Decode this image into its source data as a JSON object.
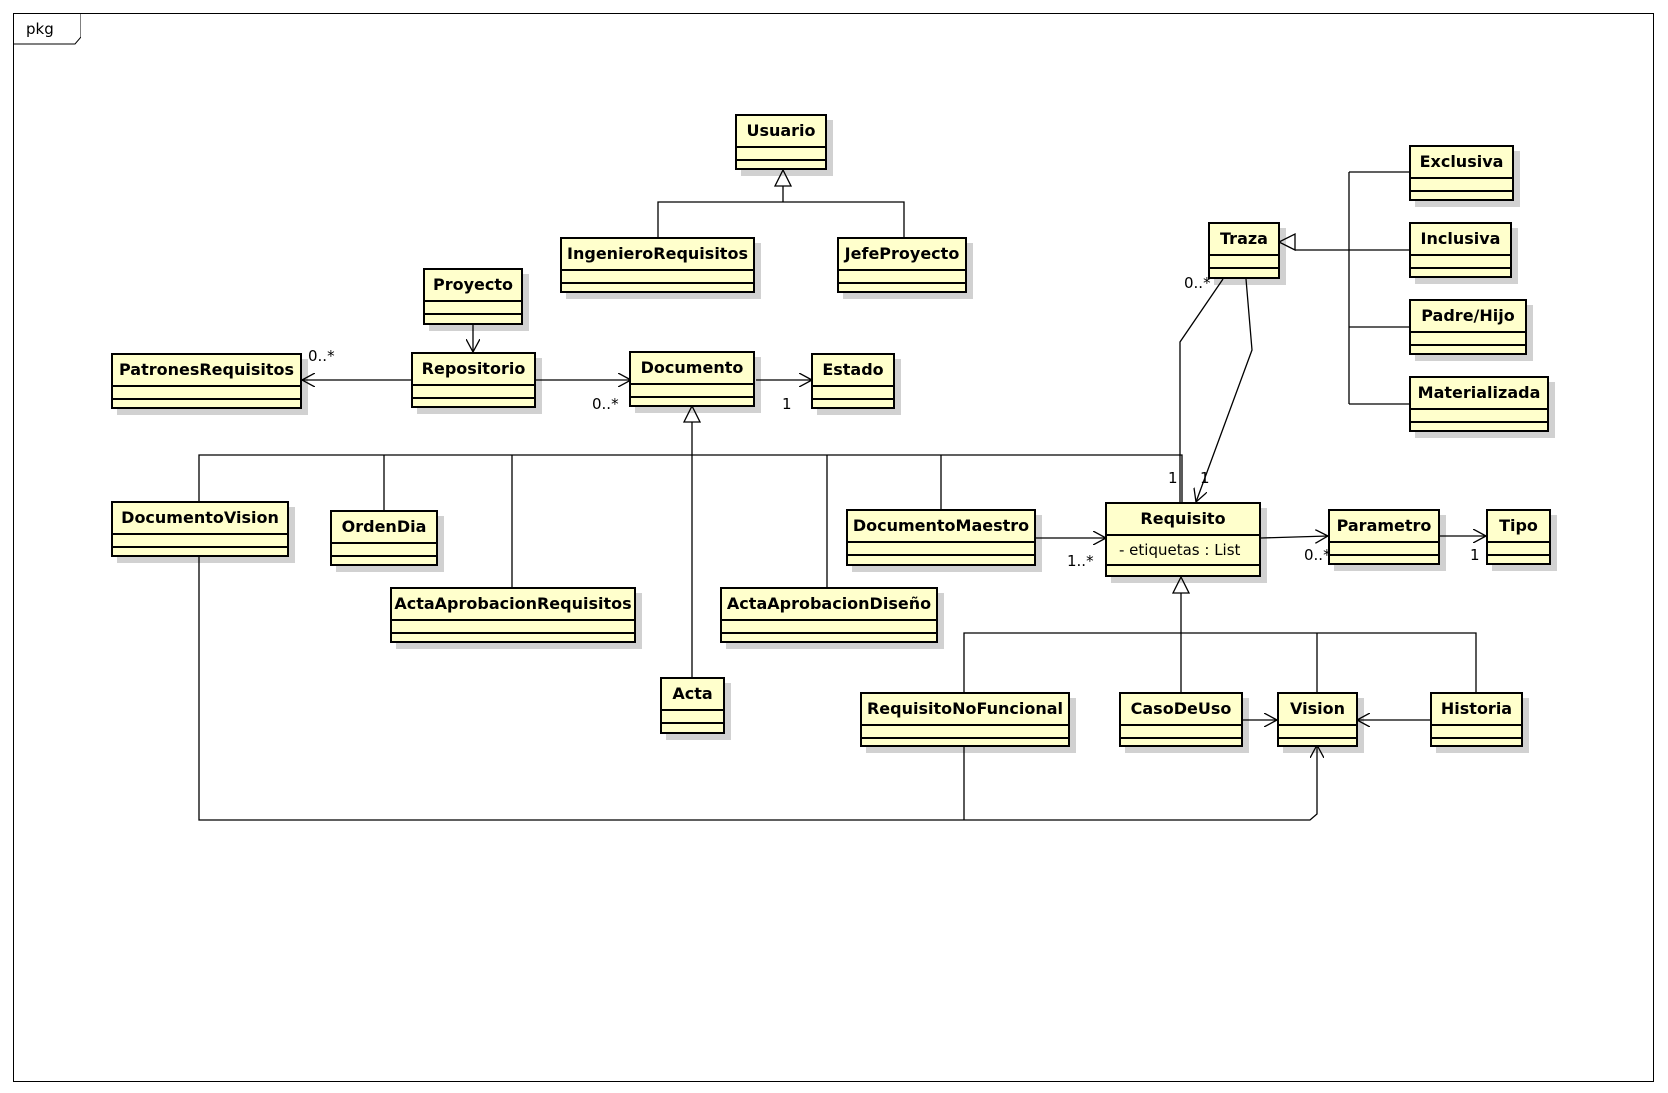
{
  "package": {
    "label": "pkg"
  },
  "classes": {
    "usuario": {
      "name": "Usuario"
    },
    "ingeniero_requisitos": {
      "name": "IngenieroRequisitos"
    },
    "jefe_proyecto": {
      "name": "JefeProyecto"
    },
    "proyecto": {
      "name": "Proyecto"
    },
    "patrones_requisitos": {
      "name": "PatronesRequisitos"
    },
    "repositorio": {
      "name": "Repositorio"
    },
    "documento": {
      "name": "Documento"
    },
    "estado": {
      "name": "Estado"
    },
    "documento_vision": {
      "name": "DocumentoVision"
    },
    "orden_dia": {
      "name": "OrdenDia"
    },
    "acta_aprobacion_requisitos": {
      "name": "ActaAprobacionRequisitos"
    },
    "acta_aprobacion_diseno": {
      "name": "ActaAprobacionDiseño"
    },
    "acta": {
      "name": "Acta"
    },
    "documento_maestro": {
      "name": "DocumentoMaestro"
    },
    "requisito": {
      "name": "Requisito",
      "attribute": "- etiquetas : List"
    },
    "parametro": {
      "name": "Parametro"
    },
    "tipo": {
      "name": "Tipo"
    },
    "traza": {
      "name": "Traza"
    },
    "exclusiva": {
      "name": "Exclusiva"
    },
    "inclusiva": {
      "name": "Inclusiva"
    },
    "padre_hijo": {
      "name": "Padre/Hijo"
    },
    "materializada": {
      "name": "Materializada"
    },
    "requisito_no_funcional": {
      "name": "RequisitoNoFuncional"
    },
    "caso_de_uso": {
      "name": "CasoDeUso"
    },
    "vision": {
      "name": "Vision"
    },
    "historia": {
      "name": "Historia"
    }
  },
  "multiplicities": {
    "patrones": "0..*",
    "documento_repo": "0..*",
    "estado": "1",
    "requisito_maestro": "1..*",
    "parametro": "0..*",
    "tipo": "1",
    "traza": "0..*",
    "req_traza_a": "1",
    "req_traza_b": "1"
  }
}
